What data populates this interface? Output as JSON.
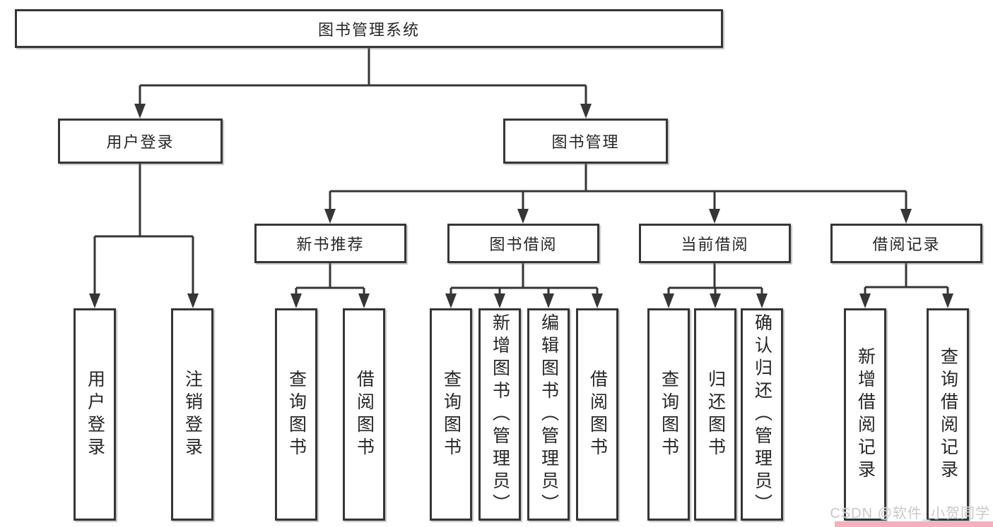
{
  "tree": {
    "root": {
      "label": "图书管理系统"
    },
    "user_login": {
      "label": "用户登录",
      "children": [
        "用户登录",
        "注销登录"
      ]
    },
    "book_mgmt": {
      "label": "图书管理",
      "new_recommend": {
        "label": "新书推荐",
        "children": [
          "查询图书",
          "借阅图书"
        ]
      },
      "book_borrow": {
        "label": "图书借阅",
        "children": [
          "查询图书",
          "新增图书（管理员）",
          "编辑图书（管理员）",
          "借阅图书"
        ]
      },
      "current_borrow": {
        "label": "当前借阅",
        "children": [
          "查询图书",
          "归还图书",
          "确认归还（管理员）"
        ]
      },
      "borrow_records": {
        "label": "借阅记录",
        "children": [
          "新增借阅记录",
          "查询借阅记录"
        ]
      }
    }
  },
  "watermark": {
    "text": "CSDN @软件_小贺同学",
    "bar_color": "#f2b1bc"
  },
  "colors": {
    "line": "#363636",
    "text": "#262626",
    "box_background": "#ffffff"
  }
}
